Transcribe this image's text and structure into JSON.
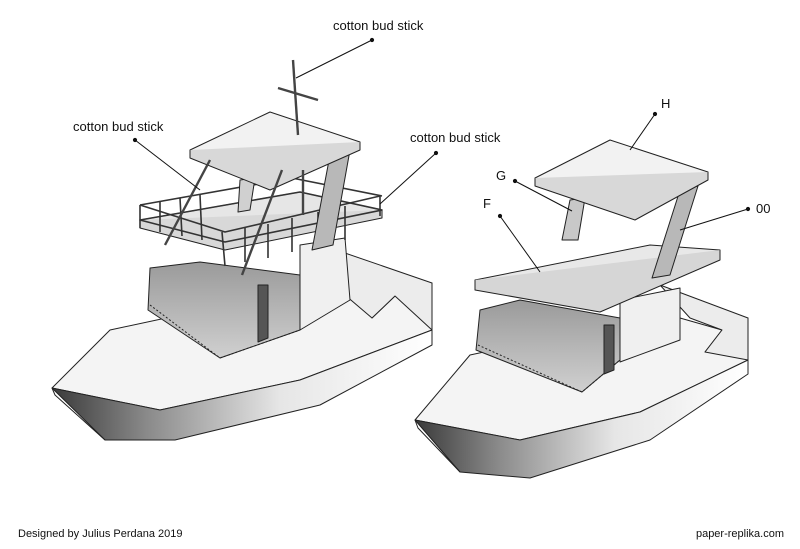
{
  "labels": {
    "left_top": "cotton bud stick",
    "left_side": "cotton bud stick",
    "left_right": "cotton bud stick",
    "part_h": "H",
    "part_g": "G",
    "part_f": "F",
    "part_00": "00"
  },
  "footer": {
    "designer": "Designed by Julius Perdana 2019",
    "site": "paper-replika.com"
  }
}
